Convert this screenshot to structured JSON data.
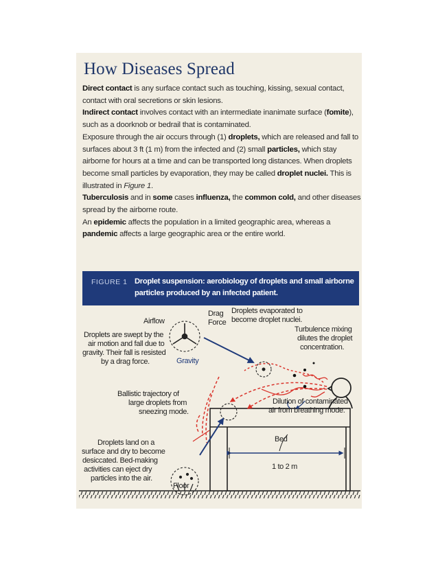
{
  "title": "How Diseases Spread",
  "paragraphs": {
    "p1": {
      "t1": "Direct contact",
      "t2": " is any surface contact such as touching, kissing, sexual contact, contact with oral secretions or skin lesions."
    },
    "p2": {
      "t1": "Indirect contact",
      "t2": " involves contact with an intermediate inanimate surface (",
      "t3": "fomite",
      "t4": "), such as a doorknob or bedrail that is contaminated."
    },
    "p3": {
      "t1": "Exposure through the air occurs through (1) ",
      "t2": "droplets,",
      "t3": " which are released and fall to surfaces about 3 ft (1 m) from the infected and (2) small ",
      "t4": "particles,",
      "t5": " which stay airborne for hours at a time and can be transported long distances. When droplets become small particles by evaporation, they may be called ",
      "t6": "droplet nuclei.",
      "t7": " This is illustrated in ",
      "t8": "Figure 1",
      "t9": "."
    },
    "p4": {
      "t1": "Tuberculosis",
      "t2": " and in ",
      "t3": "some",
      "t4": " cases ",
      "t5": "influenza,",
      "t6": " the ",
      "t7": "common cold,",
      "t8": " and other diseases spread by the airborne route."
    },
    "p5": {
      "t1": "An ",
      "t2": "epidemic",
      "t3": " affects the population in a limited geographic area, whereas a ",
      "t4": "pandemic",
      "t5": " affects a large geographic area or the entire world."
    }
  },
  "figure": {
    "label": "FIGURE 1",
    "caption": "Droplet suspension: aerobiology of droplets and small airborne particles produced by an infected patient.",
    "labels": {
      "airflow": "Airflow",
      "drag1": "Drag",
      "drag2": "Force",
      "gravity": "Gravity",
      "evap1": "Droplets evaporated to",
      "evap2": "become droplet nuclei.",
      "turb1": "Turbulence mixing",
      "turb2": "dilutes the droplet",
      "turb3": "concentration.",
      "swept1": "Droplets are swept by the",
      "swept2": "air motion and fall due to",
      "swept3": "gravity. Their fall is resisted",
      "swept4": "by a drag force.",
      "ball1": "Ballistic trajectory of",
      "ball2": "large droplets from",
      "ball3": "sneezing mode.",
      "dil1": "Dilution of contaminated",
      "dil2": "air from breathing mode.",
      "bed": "Bed",
      "distance": "1 to 2 m",
      "land1": "Droplets land on a",
      "land2": "surface and dry to become",
      "land3": "desiccated. Bed-making",
      "land4": "activities can eject dry",
      "land5": "particles into the air.",
      "floor": "Floor"
    }
  },
  "colors": {
    "title": "#1f3668",
    "figure_bar": "#1f3a7a",
    "panel": "#f2eee3",
    "trajectory": "#d9322a",
    "arrow": "#1f3a7a"
  }
}
